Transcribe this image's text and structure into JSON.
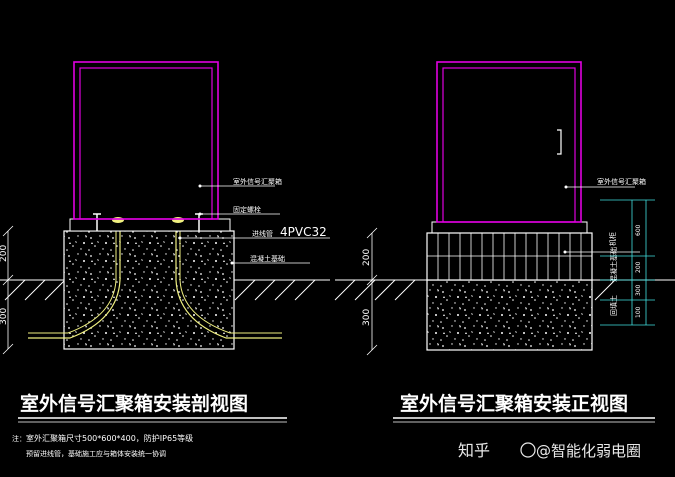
{
  "left": {
    "title": "室外信号汇聚箱安装剖视图",
    "label_box": "室外信号汇聚箱",
    "label_bolt": "固定螺栓",
    "label_pipe_prefix": "进线管",
    "label_pipe": "4PVC32",
    "label_base": "混凝土基础",
    "dim_200": "200",
    "dim_300": "300",
    "note1_prefix": "注：",
    "note1": "室外汇聚箱尺寸500*600*400，防护IP65等级",
    "note2": "预留进线管，基础施工应与箱体安装统一协调"
  },
  "right": {
    "title": "室外信号汇聚箱安装正视图",
    "label_box": "室外信号汇聚箱",
    "label_cabinet": "机柜",
    "label_base": "混凝土基础",
    "label_soil": "回填土",
    "dim_600": "600",
    "dim_200": "200",
    "dim_300": "300",
    "dim_100": "100"
  },
  "watermark": {
    "site": "知乎",
    "author": "@智能化弱电圈"
  },
  "colors": {
    "box_outline": "#e000e0",
    "hatch": "#ffffff",
    "pipe": "#f0f080",
    "dim_line": "#40e0e0",
    "background": "#000000"
  }
}
